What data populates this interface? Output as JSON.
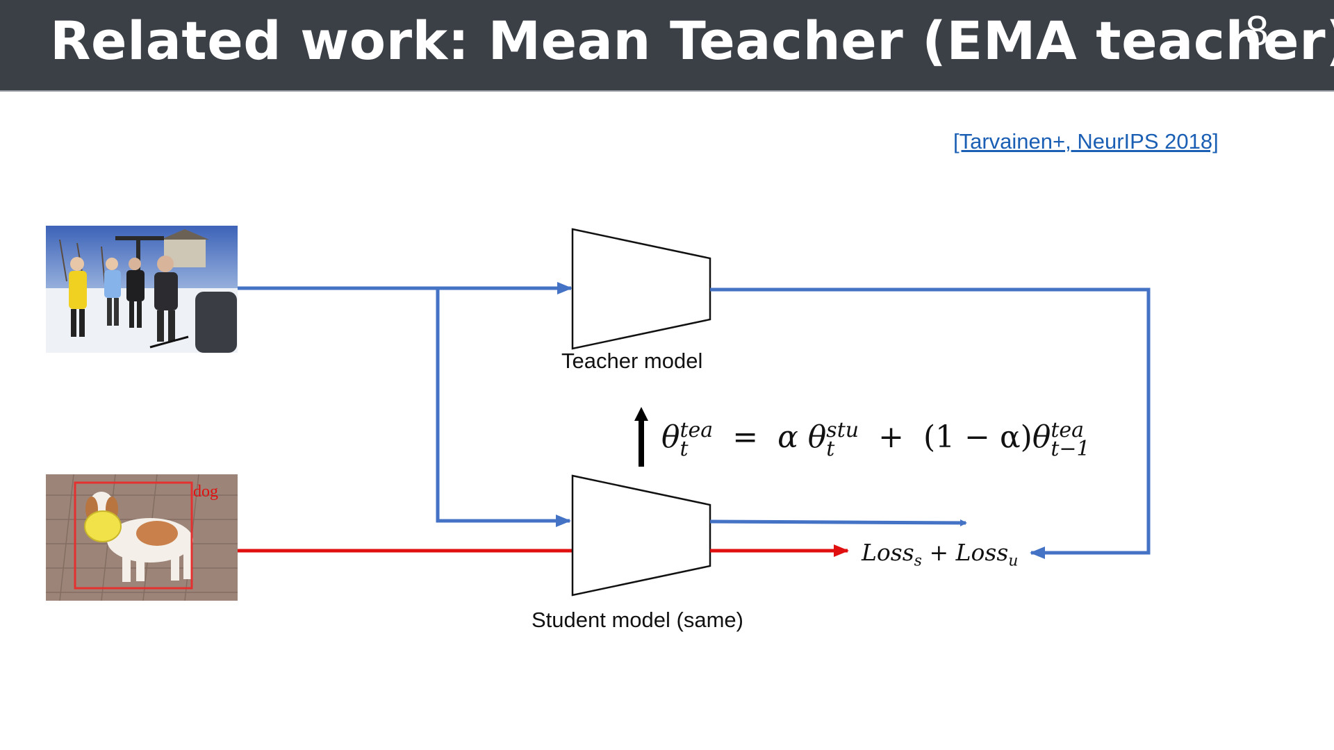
{
  "header": {
    "title": "Related work: Mean Teacher (EMA teacher)",
    "page_number": "8"
  },
  "citation": "[Tarvainen+, NeurIPS 2018]",
  "images": {
    "unlabeled_photo": "ski-slope-people-photo",
    "labeled_photo": "dog-with-frisbee-photo",
    "labeled_box_label": "dog"
  },
  "models": {
    "teacher_label": "Teacher model",
    "student_label": "Student model (same)"
  },
  "formula": {
    "theta": "θ",
    "teacher_sup": "tea",
    "t_sub": "t",
    "equals": "=",
    "alpha": "α",
    "student_sup": "stu",
    "plus": "+",
    "one_minus_alpha": "(1 − α)",
    "prev_sub": "t−1"
  },
  "loss": {
    "loss_word": "Loss",
    "sup_sub": "s",
    "plus": "+",
    "unsup_sub": "u"
  },
  "colors": {
    "header_bg": "#3b3f46",
    "unlabeled_arrow": "#4472c4",
    "labeled_arrow": "#e01010",
    "citation_link": "#1a5fb4"
  }
}
